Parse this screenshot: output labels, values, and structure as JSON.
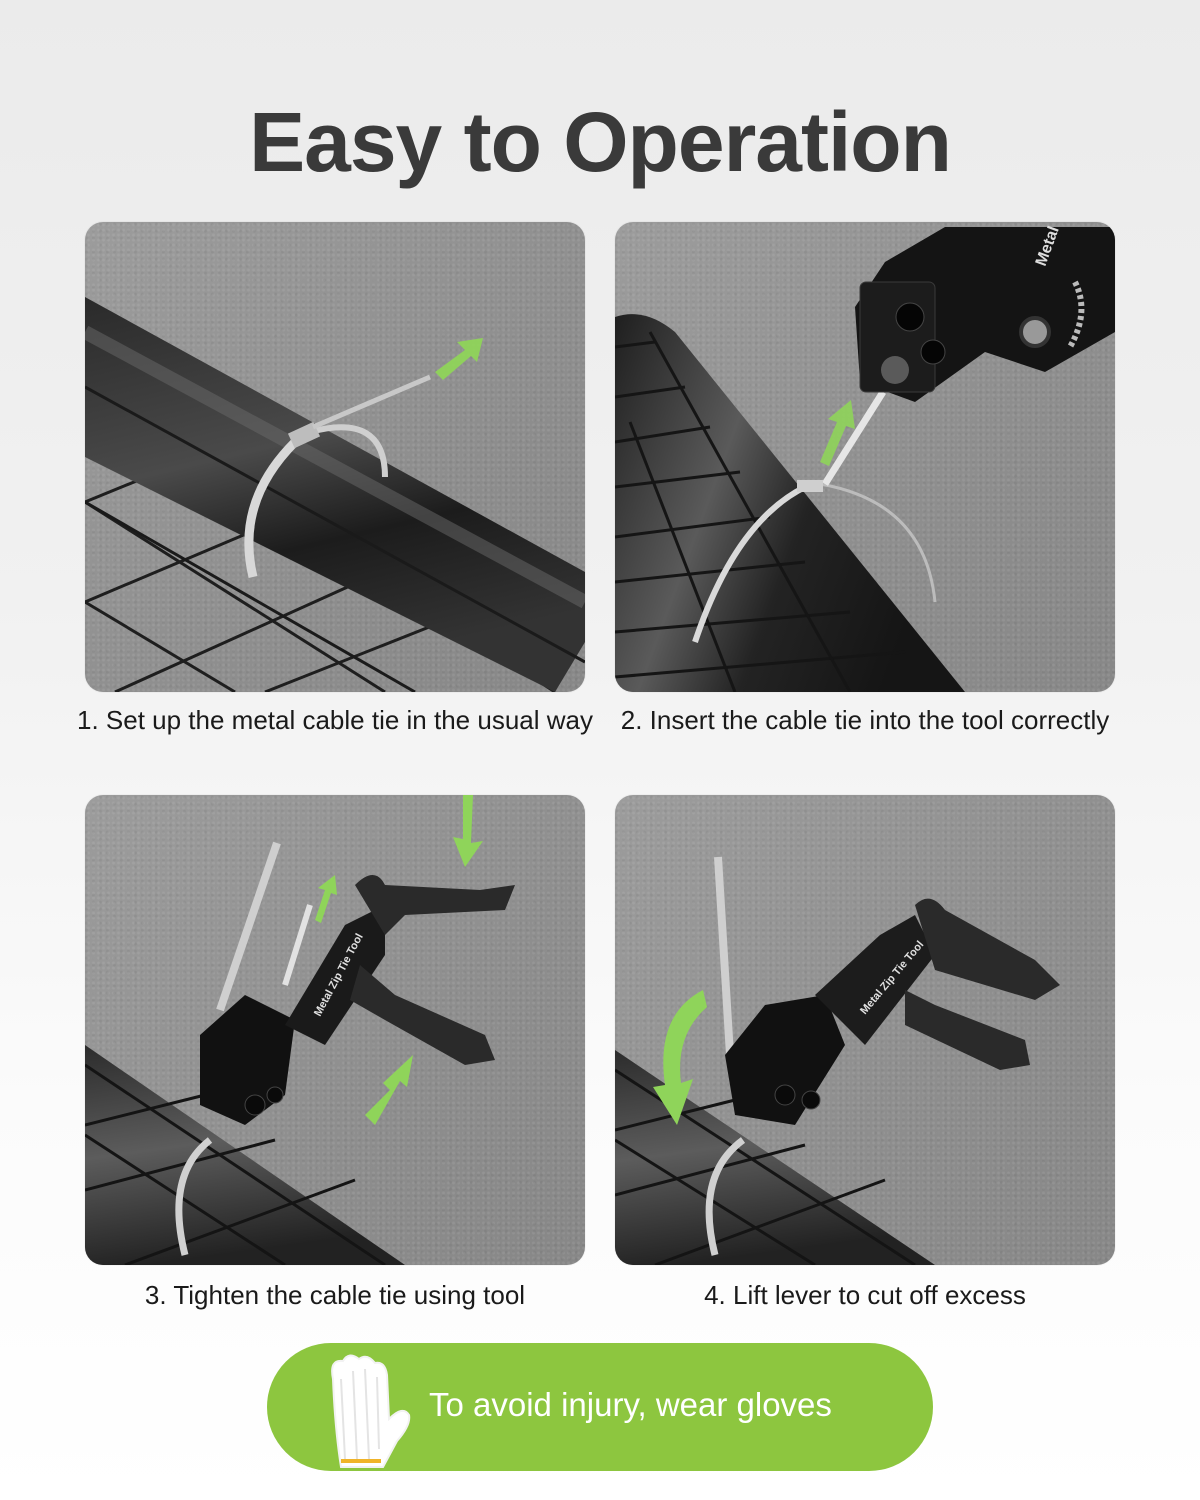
{
  "header": {
    "title": "Easy to Operation"
  },
  "steps": [
    {
      "number": 1,
      "caption": "1. Set up the metal cable tie in the usual way",
      "image": "metal cable tie looped around black pipe on wire mesh, green arrow pointing up-right along tie tail",
      "arrow_icon": "arrow-up-right"
    },
    {
      "number": 2,
      "caption": "2. Insert the cable tie into the tool correctly",
      "image": "cable tie tail inserted into nose of zip tie tool, green arrow pointing up",
      "arrow_icon": "arrow-up",
      "tool_label": "Metal"
    },
    {
      "number": 3,
      "caption": "3. Tighten the cable tie using tool",
      "image": "tool handles squeezed, green arrows pressing handles together and tie pulled upward",
      "arrow_icons": [
        "arrow-down",
        "arrow-up",
        "arrow-up-right"
      ],
      "tool_label": "Metal Zip Tie Tool"
    },
    {
      "number": 4,
      "caption": "4. Lift lever to cut off excess",
      "image": "tool with lever, curved green arrow showing lever pulled down to cut",
      "arrow_icon": "curved-arrow-down",
      "tool_label": "Metal Zip Tie Tool"
    }
  ],
  "notice": {
    "text": "To avoid injury, wear gloves",
    "icon": "gloves-icon"
  },
  "colors": {
    "accent_green": "#8dc63f",
    "title_text": "#3a3a3a",
    "caption_text": "#1a1a1a",
    "arrow_green": "#8fd45a"
  }
}
